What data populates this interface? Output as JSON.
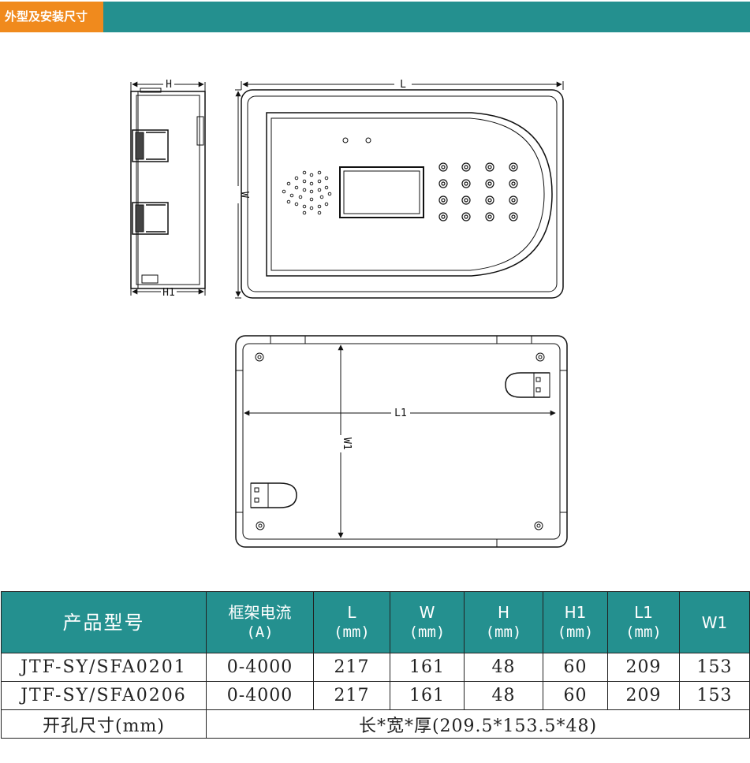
{
  "header": {
    "title": "外型及安装尺寸",
    "accent": "#f08a1d",
    "bar_color": "#24908f"
  },
  "drawing": {
    "labels": {
      "H": "H",
      "H1": "H1",
      "L": "L",
      "W": "W",
      "L1": "L1",
      "W1": "W1"
    }
  },
  "table": {
    "headers": {
      "model": "产品型号",
      "frame": "框架电流",
      "frame_unit": "(A)",
      "L": "L",
      "L_unit": "(mm)",
      "W": "W",
      "W_unit": "(mm)",
      "H": "H",
      "H_unit": "(mm)",
      "H1": "H1",
      "H1_unit": "(mm)",
      "L1": "L1",
      "L1_unit": "(mm)",
      "W1": "W1"
    },
    "rows": [
      {
        "model": "JTF-SY/SFA0201",
        "frame": "0-4000",
        "L": "217",
        "W": "161",
        "H": "48",
        "H1": "60",
        "L1": "209",
        "W1": "153"
      },
      {
        "model": "JTF-SY/SFA0206",
        "frame": "0-4000",
        "L": "217",
        "W": "161",
        "H": "48",
        "H1": "60",
        "L1": "209",
        "W1": "153"
      }
    ],
    "cutout": {
      "label": "开孔尺寸(mm)",
      "value": "长*宽*厚(209.5*153.5*48)"
    }
  }
}
